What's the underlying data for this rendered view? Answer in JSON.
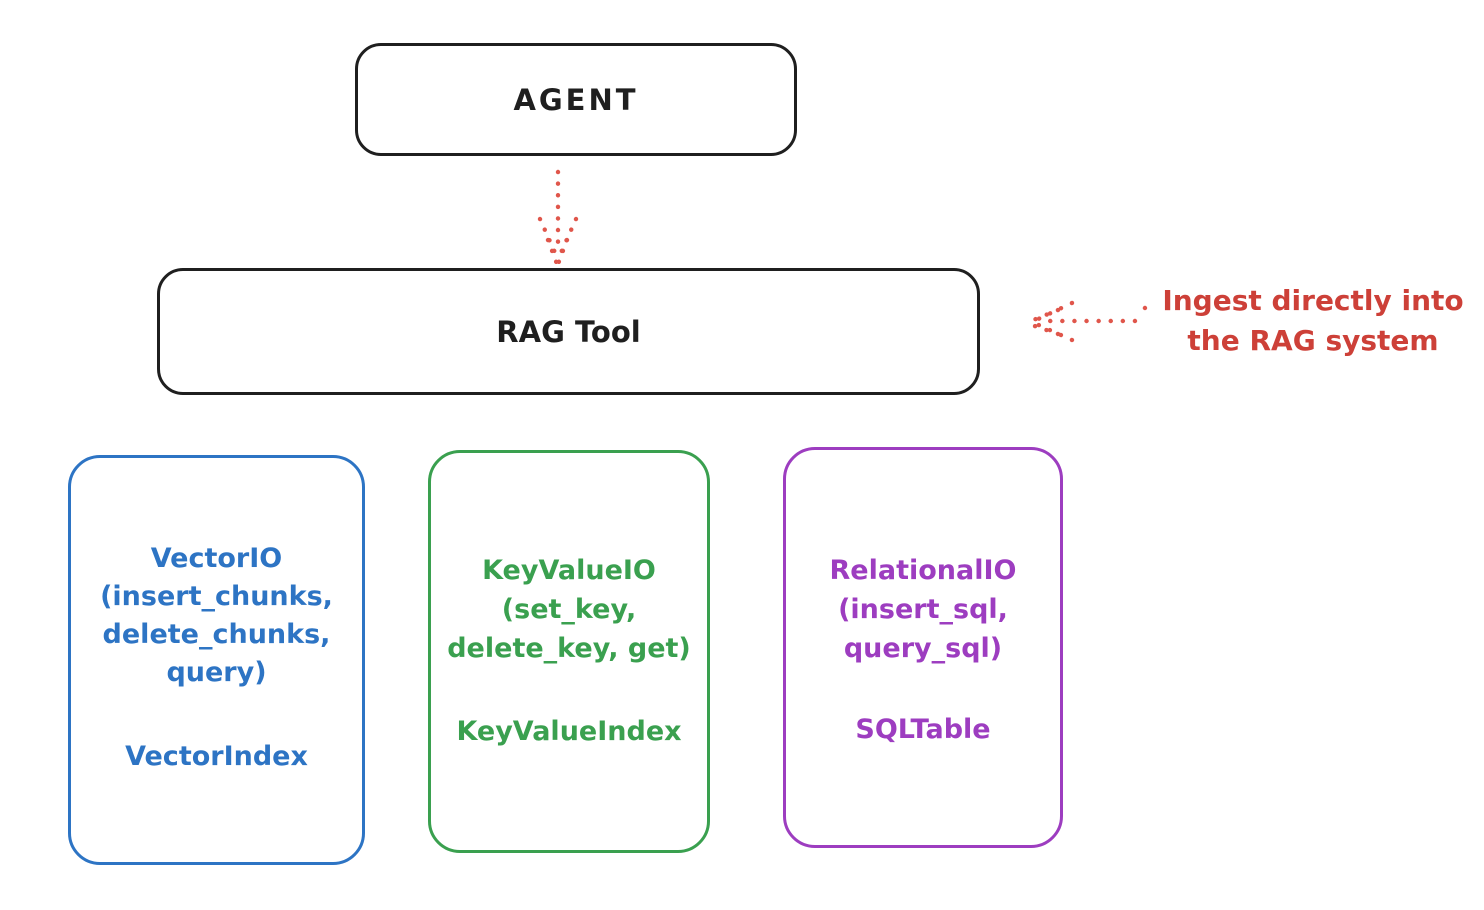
{
  "canvas": {
    "background": "#ffffff",
    "stroke_color": "#1f1f1f"
  },
  "colors": {
    "red_text": "#cd4038",
    "red_arrow": "#e0564b",
    "blue": "#2d74c4",
    "green": "#3aa04f",
    "purple": "#9d3dc0"
  },
  "agent_box": {
    "label": "AGENT"
  },
  "rag_tool_box": {
    "label": "RAG Tool"
  },
  "annotation": {
    "line1": "Ingest directly into",
    "line2": "the RAG system"
  },
  "storage_boxes": [
    {
      "name": "vector-io",
      "title_lines": [
        "VectorIO",
        "(insert_chunks,",
        "delete_chunks,",
        "query)"
      ],
      "index_label": "VectorIndex",
      "color": "#2d74c4"
    },
    {
      "name": "keyvalue-io",
      "title_lines": [
        "KeyValueIO",
        "(set_key,",
        "delete_key, get)"
      ],
      "index_label": "KeyValueIndex",
      "color": "#3aa04f"
    },
    {
      "name": "relational-io",
      "title_lines": [
        "RelationalIO",
        "(insert_sql,",
        "query_sql)"
      ],
      "index_label": "SQLTable",
      "color": "#9d3dc0"
    }
  ]
}
